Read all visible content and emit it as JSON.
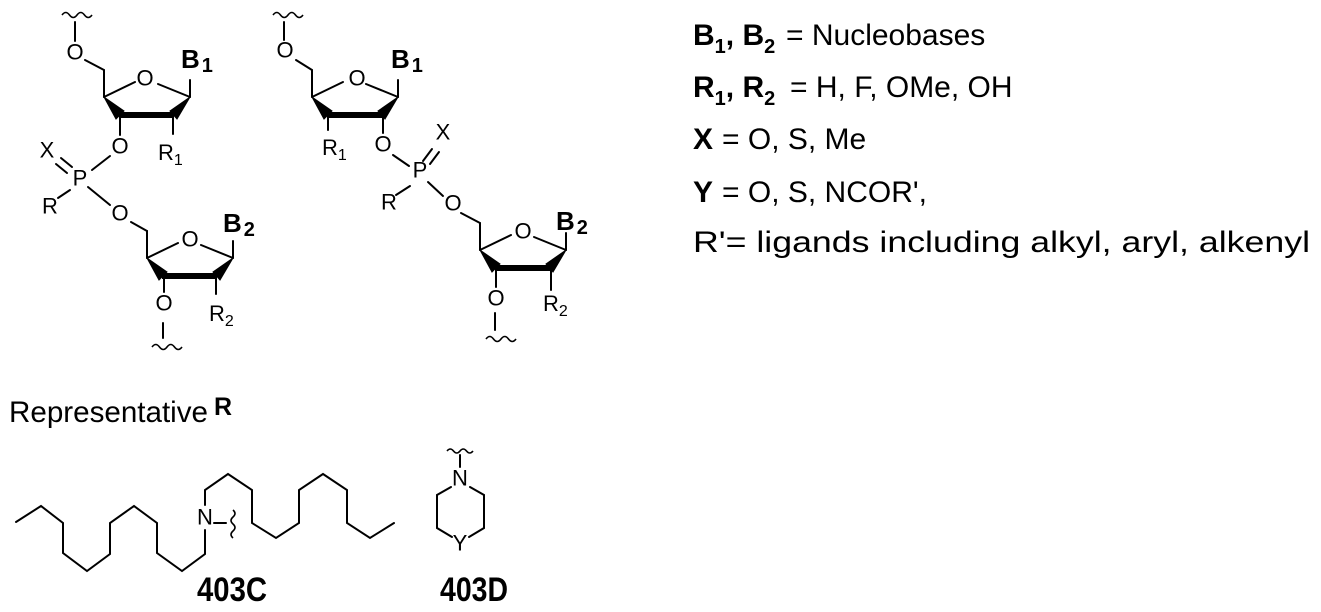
{
  "atoms": {
    "O": "O",
    "P": "P",
    "X": "X",
    "R": "R",
    "N": "N",
    "Y": "Y",
    "B": "B",
    "one": "1",
    "two": "2"
  },
  "legend": {
    "nucleobases": "= Nucleobases",
    "b_symbols": {
      "b1": "B",
      "s1": "1",
      "sep": ", ",
      "b2": "B",
      "s2": "2"
    },
    "r_values": "= H, F, OMe, OH",
    "r_symbols": {
      "r1": "R",
      "s1": "1",
      "sep": ", ",
      "r2": "R",
      "s2": "2"
    },
    "x_values": "= O, S, Me",
    "x_symbol": "X",
    "y_symbol": "Y",
    "y_values": "= O, S, NCOR',",
    "r_prime": "R'= ligands including alkyl, aryl, alkenyl"
  },
  "representative": {
    "label": "Representative",
    "r": "R"
  },
  "compounds": [
    {
      "id": "403C"
    },
    {
      "id": "403D"
    }
  ]
}
